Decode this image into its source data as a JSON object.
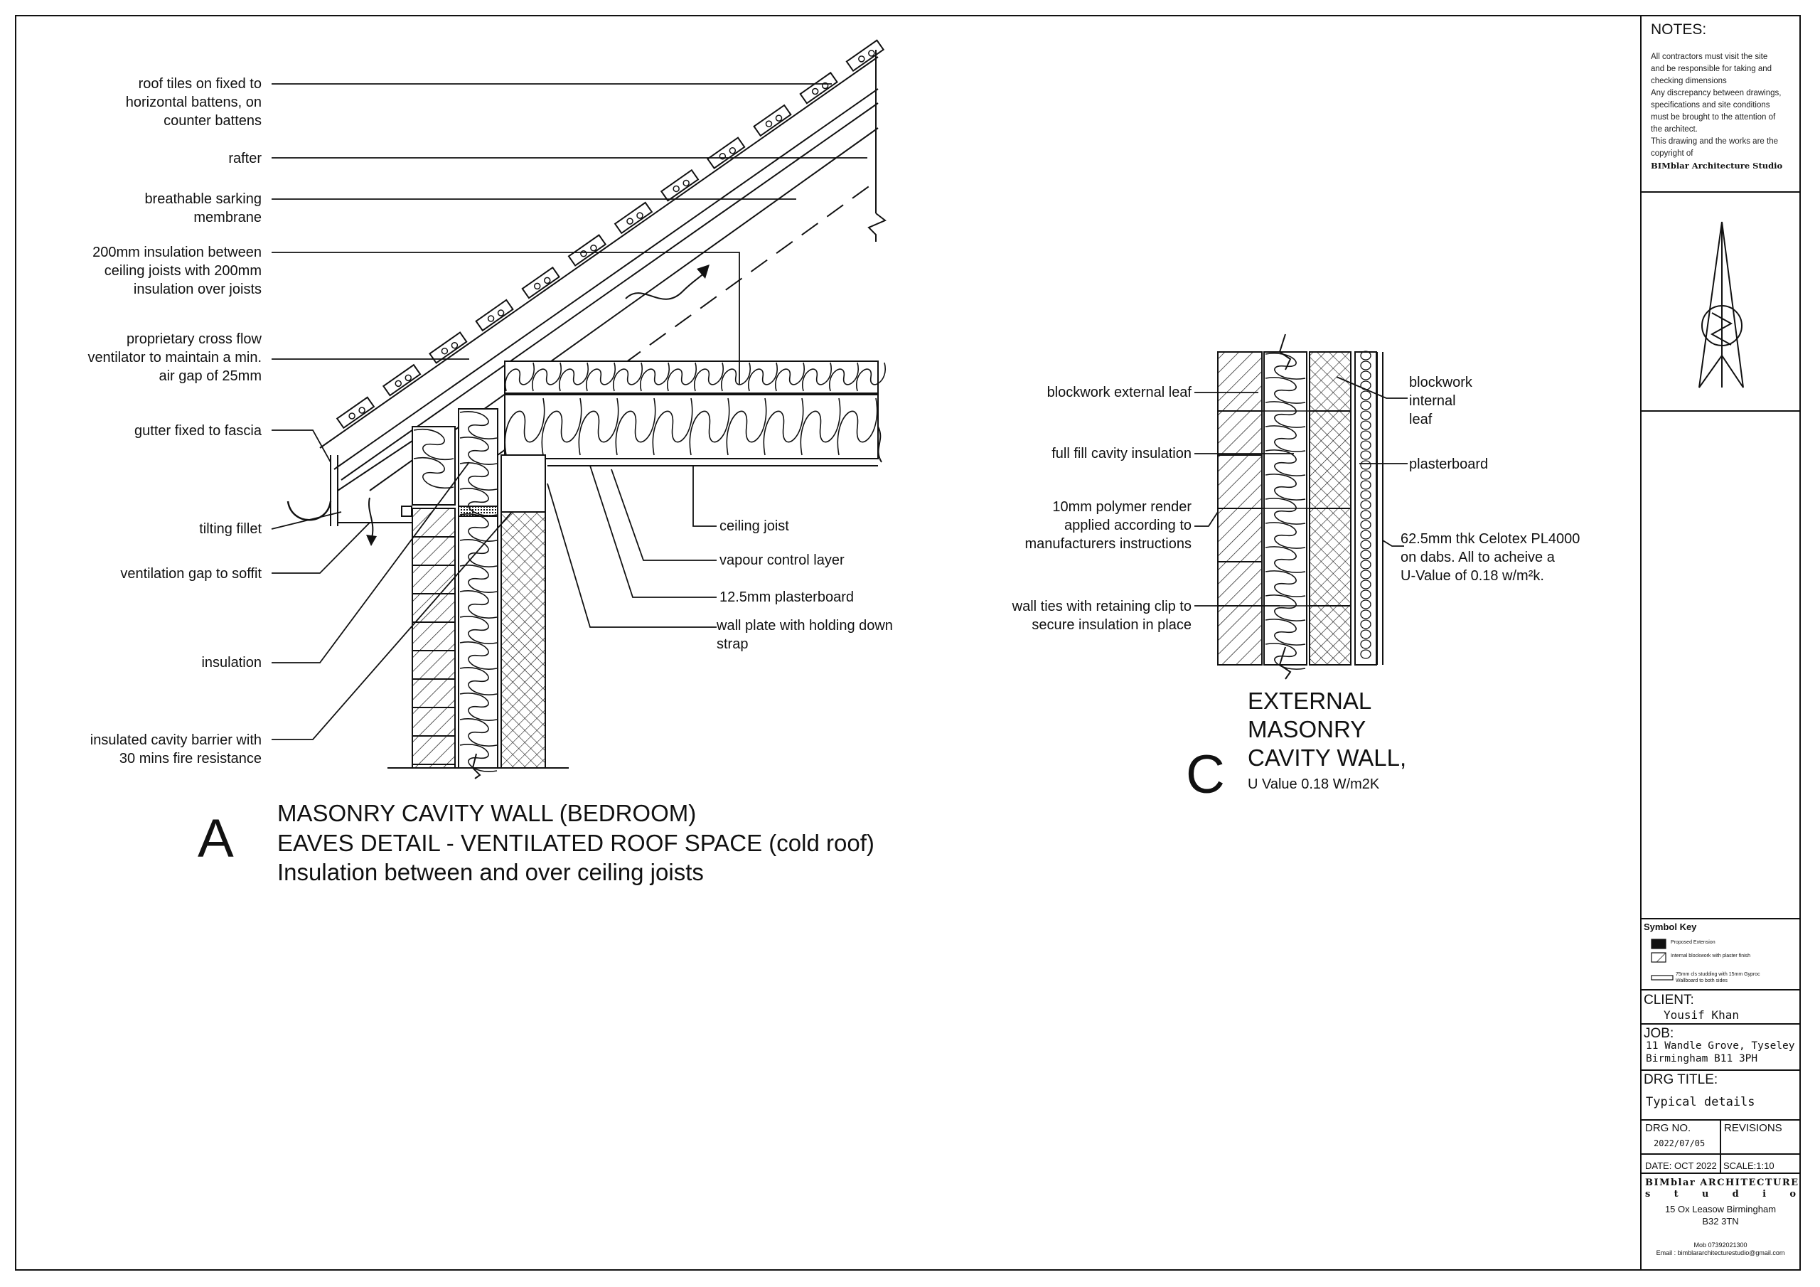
{
  "detail_a": {
    "letter": "A",
    "title_line1": "MASONRY CAVITY WALL (BEDROOM)",
    "title_line2": "EAVES DETAIL - VENTILATED ROOF SPACE (cold roof)",
    "title_line3": "Insulation between and over ceiling joists",
    "left_labels": [
      "roof tiles on fixed to\nhorizontal battens, on\ncounter battens",
      "rafter",
      "breathable sarking\nmembrane",
      "200mm insulation between\nceiling joists with 200mm\ninsulation over joists",
      "proprietary cross flow\nventilator to maintain a min.\nair gap of 25mm",
      "gutter fixed to fascia",
      "tilting fillet",
      "ventilation gap to soffit",
      "insulation",
      "insulated cavity barrier with\n30 mins fire resistance"
    ],
    "right_labels": [
      "ceiling joist",
      "vapour control layer",
      "12.5mm plasterboard",
      "wall plate with holding down\nstrap"
    ]
  },
  "detail_c": {
    "letter": "C",
    "title_line1": "EXTERNAL",
    "title_line2": "MASONRY",
    "title_line3": "CAVITY WALL,",
    "subtitle": "U Value 0.18 W/m2K",
    "left_labels": [
      "blockwork external leaf",
      "full fill cavity insulation",
      "10mm polymer render\napplied according to\nmanufacturers instructions",
      "wall ties with retaining clip to\nsecure insulation in place"
    ],
    "right_labels": [
      "blockwork\ninternal\nleaf",
      "plasterboard",
      "62.5mm thk Celotex PL4000\non dabs. All to acheive a\nU-Value of 0.18  w/m²k."
    ]
  },
  "title_block": {
    "notes_heading": "NOTES:",
    "notes_text": "All contractors must visit the site\nand be responsible for taking and\nchecking dimensions\nAny discrepancy between drawings,\nspecifications and site conditions\nmust be brought to the attention of\nthe architect.\nThis drawing and the works are the\ncopyright of",
    "notes_company": "BIMblar Architecture Studio",
    "symbol_key_heading": "Symbol Key",
    "symbol_key_items": [
      "Proposed Extension",
      "Internal blockwork with plaster finish",
      "75mm cls studding with 15mm Gyproc\nWallboard to both sides"
    ],
    "client_label": "CLIENT:",
    "client_name": "Yousif Khan",
    "job_label": "JOB:",
    "job_address": "11 Wandle Grove, Tyseley\nBirmingham B11 3PH",
    "drg_title_label": "DRG TITLE:",
    "drg_title": "Typical details",
    "drg_no_label": "DRG NO.",
    "drg_no": "2022/07/05",
    "revisions_label": "REVISIONS",
    "date_label": "DATE:",
    "date_value": "OCT 2022",
    "scale_label": "SCALE:",
    "scale_value": "1:10",
    "studio_line1": "BIMblar ARCHITECTURE",
    "studio_line2": "s t u d i o",
    "studio_address": "15 Ox Leasow Birmingham\nB32 3TN",
    "contact": "Mob 07392021300\nEmail : bimblararchitecturestudio@gmail.com"
  }
}
